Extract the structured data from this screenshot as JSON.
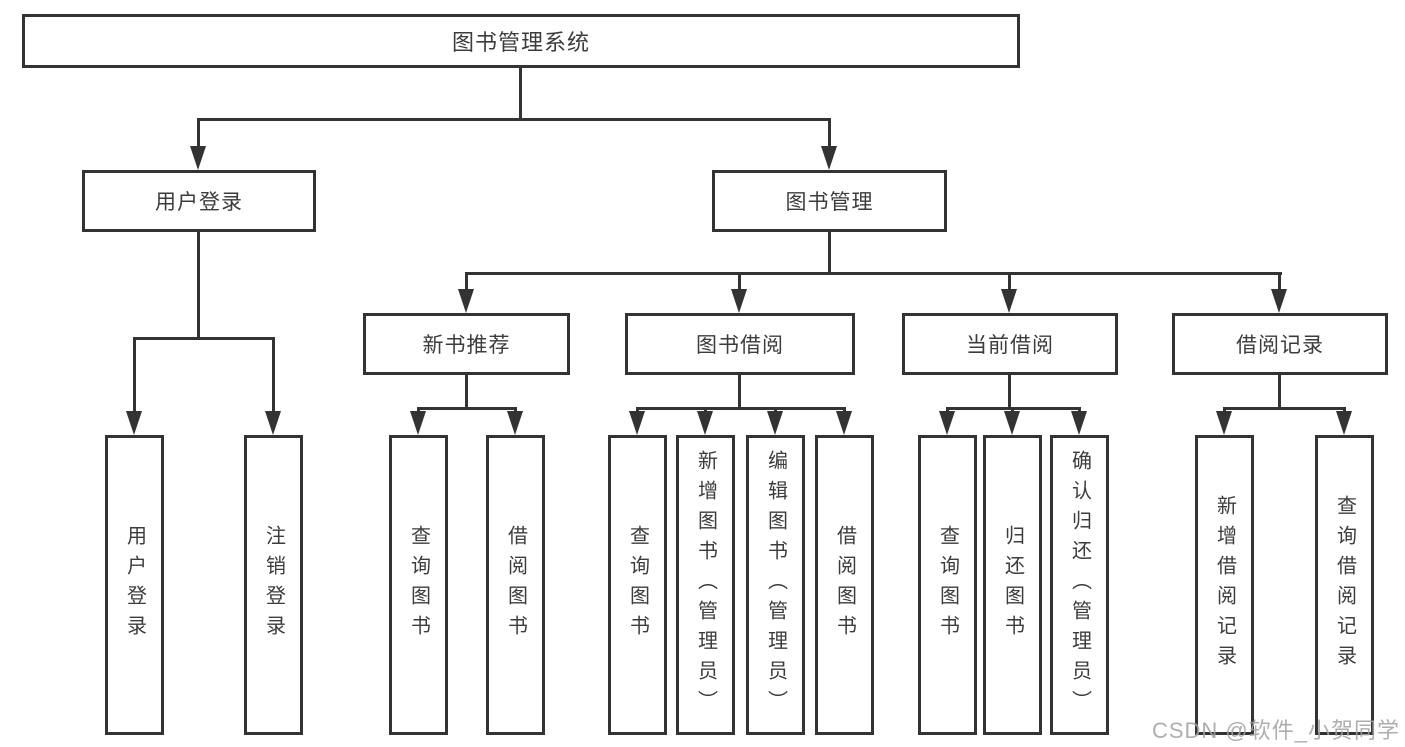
{
  "diagram": {
    "title": "图书管理系统",
    "root": {
      "label": "图书管理系统"
    },
    "level2": [
      {
        "label": "用户登录"
      },
      {
        "label": "图书管理"
      }
    ],
    "level3": [
      {
        "label": "新书推荐"
      },
      {
        "label": "图书借阅"
      },
      {
        "label": "当前借阅"
      },
      {
        "label": "借阅记录"
      }
    ],
    "leaves": {
      "user_login": [
        "用户登录",
        "注销登录"
      ],
      "new_book_recommend": [
        "查询图书",
        "借阅图书"
      ],
      "book_borrow": [
        "查询图书",
        "新增图书（管理员）",
        "编辑图书（管理员）",
        "借阅图书"
      ],
      "current_borrow": [
        "查询图书",
        "归还图书",
        "确认归还（管理员）"
      ],
      "borrow_record": [
        "新增借阅记录",
        "查询借阅记录"
      ]
    }
  },
  "watermark": {
    "text": "CSDN @软件_小贺同学"
  },
  "colors": {
    "background": "#ffffff",
    "line": "#333333",
    "text": "#3c3c3c",
    "watermark": "#a3a3a3"
  }
}
